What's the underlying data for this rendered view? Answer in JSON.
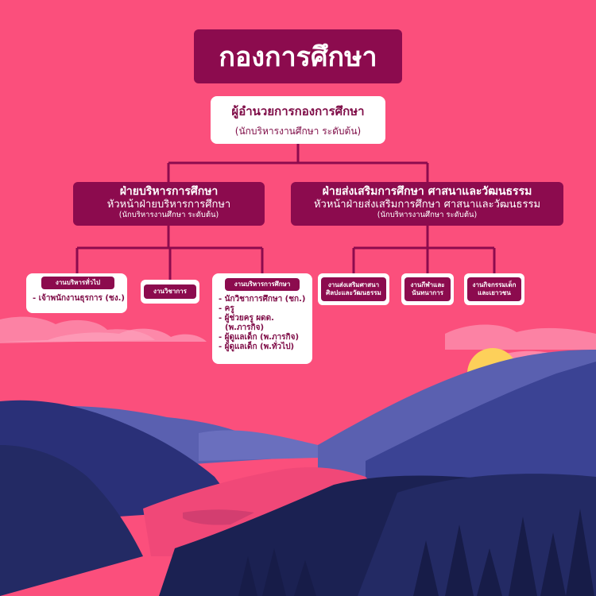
{
  "title": "กองการศึกษา",
  "head": {
    "name": "ผู้อำนวยการกองการศึกษา",
    "level": "(นักบริหารงานศึกษา ระดับต้น)"
  },
  "divisions": [
    {
      "name": "ฝ่ายบริหารการศึกษา",
      "head": "หัวหน้าฝ่ายบริหารการศึกษา",
      "level": "(นักบริหารงานศึกษา ระดับต้น)",
      "units": [
        {
          "name": "งานบริหารทั่วไป",
          "staff": [
            "- เจ้าพนักงานธุรการ (ชง.)"
          ]
        },
        {
          "name": "งานวิชาการ",
          "staff": []
        },
        {
          "name": "งานบริหารการศึกษา",
          "staff": [
            "- นักวิชาการศึกษา (ชก.)",
            "- ครู",
            "- ผู้ช่วยครู ผดด.",
            "(พ.ภารกิจ)",
            "- ผู้ดูแลเด็ก (พ.ภารกิจ)",
            "- ผู้ดูแลเด็ก (พ.ทั่วไป)"
          ]
        }
      ]
    },
    {
      "name": "ฝ่ายส่งเสริมการศึกษา ศาสนาและวัฒนธรรม",
      "head": "หัวหน้าฝ่ายส่งเสริมการศึกษา ศาสนาและวัฒนธรรม",
      "level": "(นักบริหารงานศึกษา ระดับต้น)",
      "units": [
        {
          "name_lines": [
            "งานส่งเสริมศาสนา",
            "ศิลปะและวัฒนธรรม"
          ]
        },
        {
          "name_lines": [
            "งานกีฬาและ",
            "นันทนาการ"
          ]
        },
        {
          "name_lines": [
            "งานกิจกรรมเด็ก",
            "และเยาวชน"
          ]
        }
      ]
    }
  ],
  "colors": {
    "background": "#fb4f7c",
    "primary": "#8c0b4e",
    "text_dark": "#7e0b46",
    "box": "#ffffff",
    "sun": "#fdd05a",
    "mountain_dark": "#232a64",
    "mountain_mid": "#3b4394",
    "mountain_light": "#5a60b0"
  }
}
